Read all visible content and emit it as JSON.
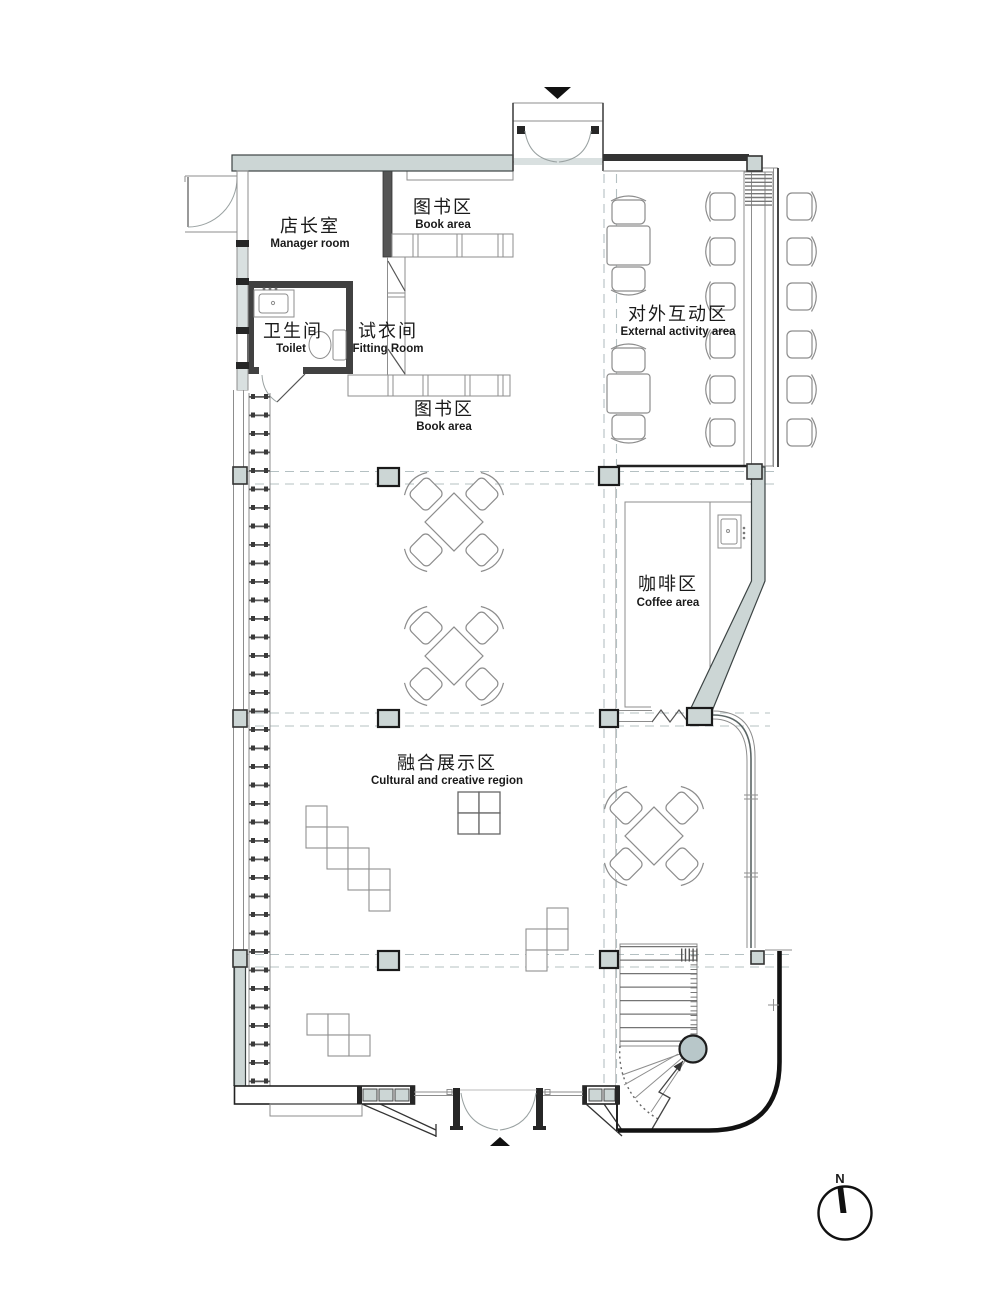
{
  "plan_title": "bookstore-floor-plan",
  "labels": {
    "manager": {
      "zh": "店长室",
      "en": "Manager room"
    },
    "book_top": {
      "zh": "图书区",
      "en": "Book area"
    },
    "toilet": {
      "zh": "卫生间",
      "en": "Toilet"
    },
    "fitting": {
      "zh": "试衣间",
      "en": "Fitting Room"
    },
    "external": {
      "zh": "对外互动区",
      "en": "External activity area"
    },
    "book_mid": {
      "zh": "图书区",
      "en": "Book area"
    },
    "coffee": {
      "zh": "咖啡区",
      "en": "Coffee area"
    },
    "cultural": {
      "zh": "融合展示区",
      "en": "Cultural and creative region"
    },
    "compass_n": "N"
  },
  "colors": {
    "wall_fill": "#ccd6d5",
    "wall_dark": "#2a2a2a",
    "line": "#1a1a1a",
    "thin": "#8d8d8d",
    "grid_dash": "#b4c0c2",
    "glass": "#d9e0e0",
    "stair_fill": "#b8c7c9",
    "text": "#1a1a1a"
  }
}
